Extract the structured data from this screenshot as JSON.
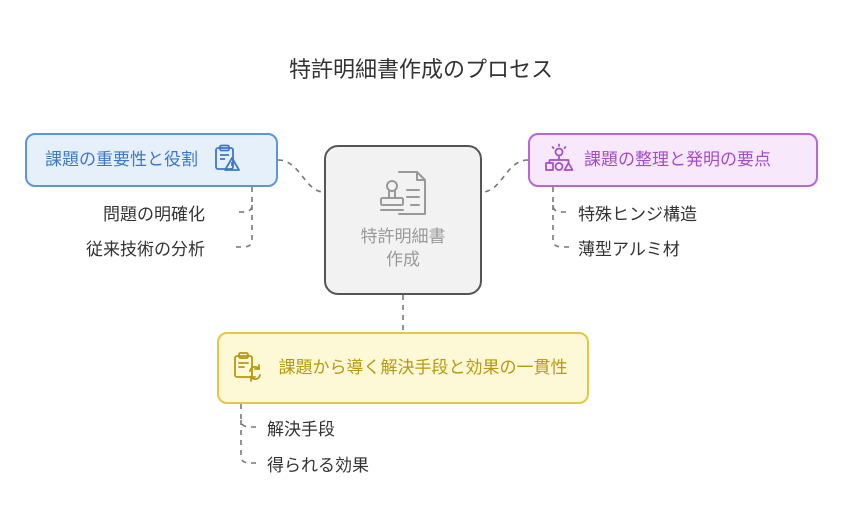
{
  "title": "特許明細書作成のプロセス",
  "center": {
    "label_line1": "特許明細書",
    "label_line2": "作成",
    "icon": "stamp-document-icon"
  },
  "nodes": {
    "left": {
      "label": "課題の重要性と役割",
      "icon": "clipboard-warning-icon",
      "color": "#5d95d9",
      "children": [
        "問題の明確化",
        "従来技術の分析"
      ]
    },
    "right": {
      "label": "課題の整理と発明の要点",
      "icon": "idea-shapes-icon",
      "color": "#b866d8",
      "children": [
        "特殊ヒンジ構造",
        "薄型アルミ材"
      ]
    },
    "bottom": {
      "label": "課題から導く解決手段と効果の一貫性",
      "icon": "clipboard-refresh-icon",
      "color": "#e2c84a",
      "children": [
        "解決手段",
        "得られる効果"
      ]
    }
  }
}
